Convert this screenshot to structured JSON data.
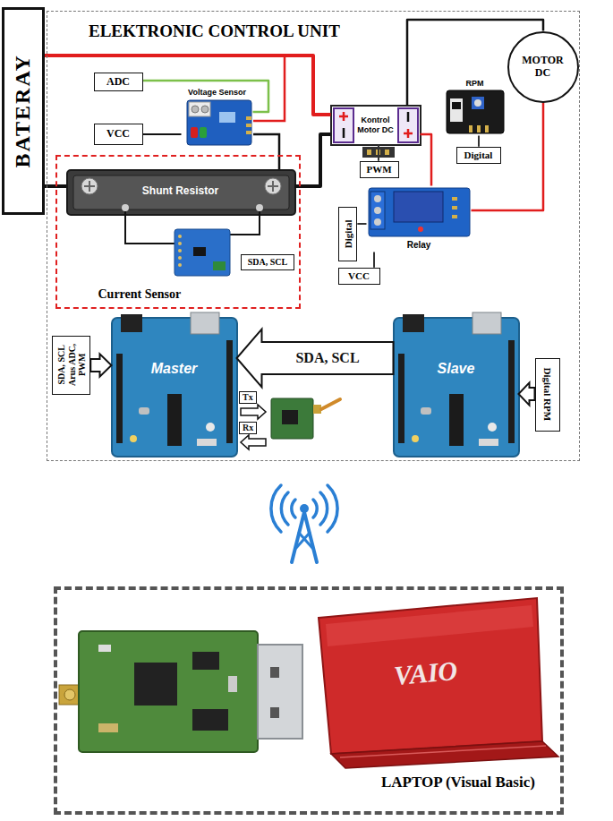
{
  "diagram": {
    "nodes": [
      {
        "text": [
          "BATERAY"
        ]
      },
      {
        "text": [
          "ELEKTRONIC CONTROL UNIT"
        ]
      },
      {
        "text": [
          "ADC"
        ],
        "in": 1
      },
      {
        "text": [
          "Voltage Sensor"
        ],
        "in": 1
      },
      {
        "text": [
          "VCC"
        ],
        "in": 1
      },
      {
        "text": [
          "Kontrol Motor DC"
        ],
        "in": 1
      },
      {
        "text": [
          "PWM"
        ],
        "in": 1
      },
      {
        "text": [
          "RPM"
        ],
        "in": 1
      },
      {
        "text": [
          "MOTOR DC"
        ],
        "in": 1
      },
      {
        "text": [
          "Digital"
        ],
        "in": 1
      },
      {
        "text": [
          "Current Sensor"
        ],
        "in": 1
      },
      {
        "text": [
          "Shunt Resistor"
        ],
        "in": 10
      },
      {
        "text": [
          "SDA, SCL"
        ],
        "in": 10
      },
      {
        "text": [
          "Relay"
        ],
        "in": 1
      },
      {
        "text": [
          "Digital"
        ],
        "in": 1
      },
      {
        "text": [
          "VCC"
        ],
        "in": 1
      },
      {
        "text": [
          "SDA, SCL Arus ADC, PWM"
        ],
        "in": 1
      },
      {
        "text": [
          "Master"
        ],
        "in": 1
      },
      {
        "text": [
          "Slave"
        ],
        "in": 1
      },
      {
        "text": [
          "Digital RPM"
        ],
        "in": 1
      },
      {
        "text": [
          "LAPTOP (Visual Basic)"
        ]
      }
    ],
    "edges": [
      {
        "from": 0,
        "to": 5,
        "arrow": "none"
      },
      {
        "from": 0,
        "to": 11,
        "arrow": "none"
      },
      {
        "from": 11,
        "to": 5,
        "arrow": "none"
      },
      {
        "from": 2,
        "to": 3,
        "arrow": "none"
      },
      {
        "from": 4,
        "to": 3,
        "arrow": "none"
      },
      {
        "from": 6,
        "to": 5,
        "arrow": "none"
      },
      {
        "from": 5,
        "to": 8,
        "arrow": "none"
      },
      {
        "from": 5,
        "to": 13,
        "arrow": "none"
      },
      {
        "from": 13,
        "to": 8,
        "arrow": "none"
      },
      {
        "from": 9,
        "to": 7,
        "arrow": "none"
      },
      {
        "from": 14,
        "to": 13,
        "arrow": "none"
      },
      {
        "from": 15,
        "to": 13,
        "arrow": "none"
      },
      {
        "from": 16,
        "to": 17,
        "arrow": "to"
      },
      {
        "from": 18,
        "to": 17,
        "label": "SDA, SCL",
        "arrow": "to"
      },
      {
        "from": 19,
        "to": 18,
        "arrow": "to"
      }
    ],
    "labels": [
      "Tx",
      "Rx",
      "VAIO"
    ]
  }
}
